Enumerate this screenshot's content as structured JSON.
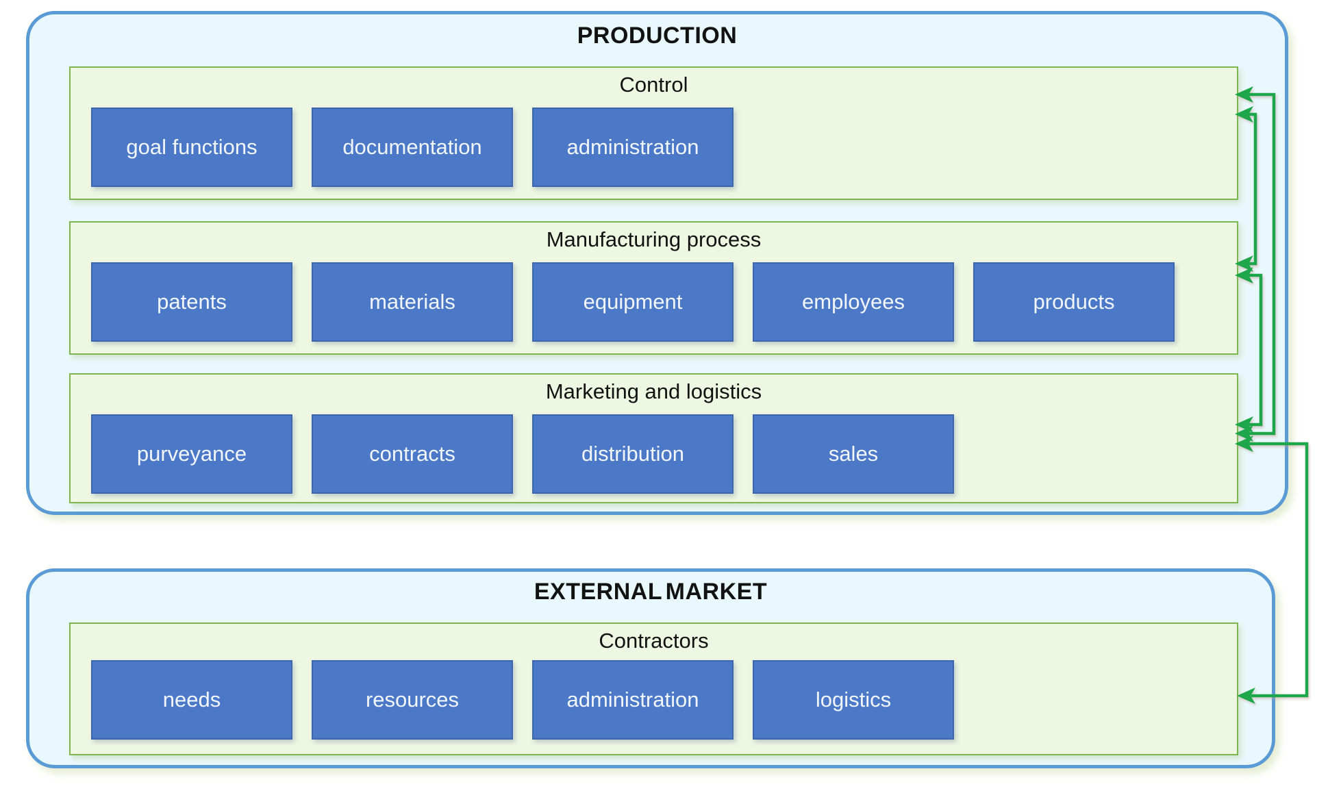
{
  "colors": {
    "container-bg": "#e9f8fc",
    "container-border": "#5b9bd5",
    "section-bg": "#eef7e1",
    "section-border": "#7db551",
    "node-bg": "#4b79c8",
    "node-border": "#3c66ae",
    "node-text": "#f2f6fb",
    "title-text": "#121212",
    "arrow-green": "#1ea64a"
  },
  "production": {
    "title": "PRODUCTION",
    "sections": [
      {
        "title": "Control",
        "boxes": [
          "goal functions",
          "documentation",
          "administration"
        ]
      },
      {
        "title": "Manufacturing process",
        "boxes": [
          "patents",
          "materials",
          "equipment",
          "employees",
          "products"
        ]
      },
      {
        "title": "Marketing and logistics",
        "boxes": [
          "purveyance",
          "contracts",
          "distribution",
          "sales"
        ]
      }
    ]
  },
  "external_market": {
    "title": "EXTERNAL MARKET",
    "sections": [
      {
        "title": "Contractors",
        "boxes": [
          "needs",
          "resources",
          "administration",
          "logistics"
        ]
      }
    ]
  },
  "connectors": [
    {
      "between": [
        "Control",
        "Marketing and logistics"
      ],
      "bidirectional": true,
      "color": "#1ea64a"
    },
    {
      "between": [
        "Control",
        "Manufacturing process"
      ],
      "bidirectional": true,
      "color": "#1ea64a"
    },
    {
      "between": [
        "Manufacturing process",
        "Marketing and logistics"
      ],
      "bidirectional": true,
      "color": "#1ea64a"
    },
    {
      "between": [
        "Marketing and logistics",
        "Contractors"
      ],
      "bidirectional": true,
      "color": "#1ea64a"
    }
  ]
}
